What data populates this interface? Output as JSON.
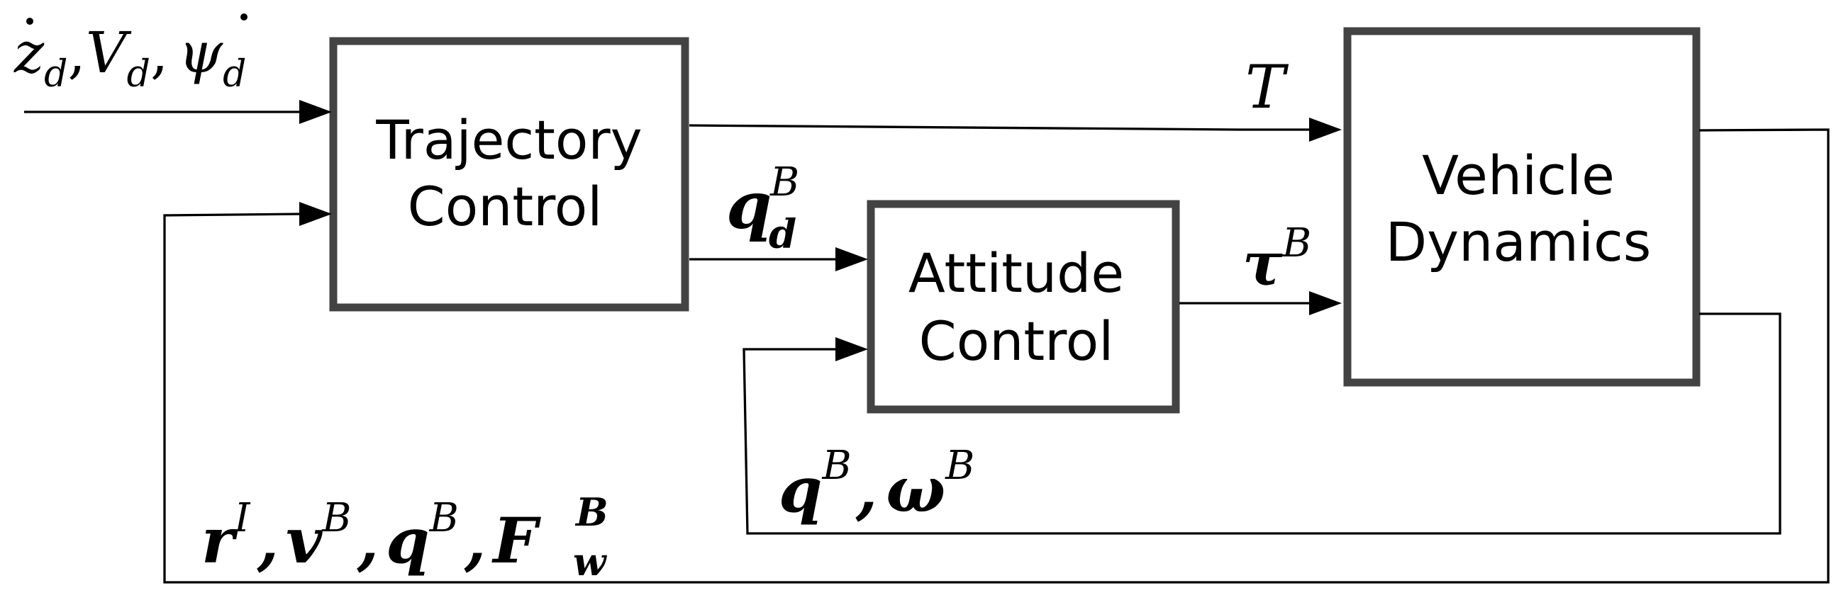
{
  "blocks": {
    "trajectory": {
      "line1": "Trajectory",
      "line2": "Control"
    },
    "attitude": {
      "line1": "Attitude",
      "line2": "Control"
    },
    "vehicle": {
      "line1": "Vehicle",
      "line2": "Dynamics"
    }
  },
  "signals": {
    "reference": {
      "z": "z",
      "z_sub": "d",
      "comma1": ",",
      "V": "V",
      "V_sub": "d",
      "comma2": ",",
      "psi": "ψ",
      "psi_sub": "d"
    },
    "thrust": {
      "symbol": "T"
    },
    "desired_attitude": {
      "symbol": "q",
      "sup": "B",
      "sub": "d"
    },
    "torque": {
      "symbol": "τ",
      "sup": "B"
    },
    "attitude_feedback": {
      "q": "q",
      "q_sup": "B",
      "comma": ",",
      "omega": "ω",
      "omega_sup": "B"
    },
    "state_feedback": {
      "r": "r",
      "r_sup": "I",
      "comma1": ",",
      "v": "v",
      "v_sup": "B",
      "comma2": ",",
      "q": "q",
      "q_sup": "B",
      "comma3": ",",
      "F": "F",
      "F_sup": "B",
      "F_sub": "w"
    }
  }
}
